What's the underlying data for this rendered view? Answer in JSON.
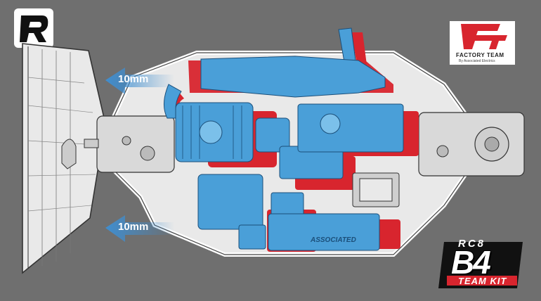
{
  "logos": {
    "red_logo_icon": "r-logo-icon",
    "ft_mark": "FT",
    "ft_name": "FACTORY TEAM",
    "ft_tagline": "By Associated Electrics"
  },
  "arrows": [
    {
      "label": "10mm"
    },
    {
      "label": "10mm"
    }
  ],
  "chassis": {
    "radio_box_brand": "ASSOCIATED"
  },
  "badge": {
    "model": "RC8",
    "version": "B4",
    "kit": "TEAM KIT"
  },
  "colors": {
    "background": "#6f6f6f",
    "chassis_fill": "#e9e9e9",
    "component_blue": "#4a9fd8",
    "shift_red": "#d8252e",
    "arrow_blue": "#3f8ed0"
  }
}
